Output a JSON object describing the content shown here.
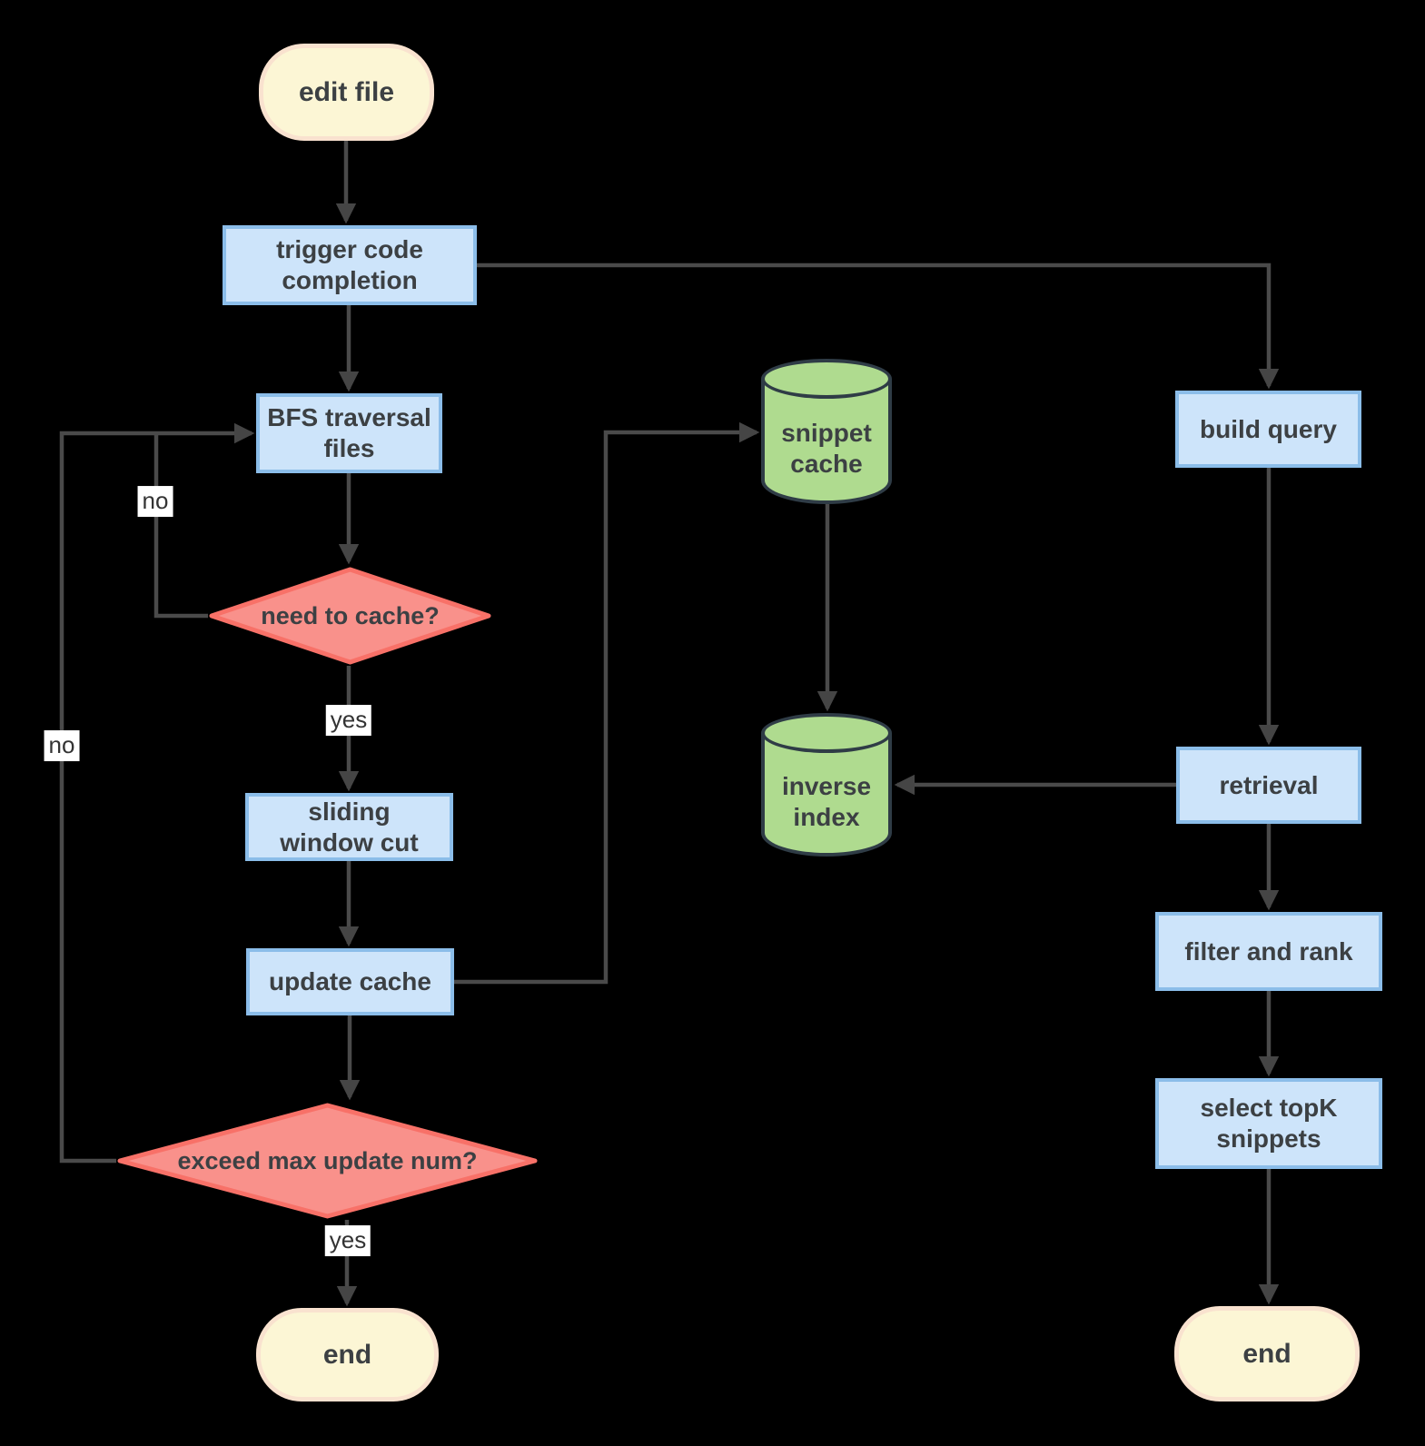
{
  "diagram": {
    "type": "flowchart",
    "background": "#000000",
    "nodes": {
      "edit_file": "edit file",
      "trigger": "trigger code\ncompletion",
      "bfs": "BFS traversal\nfiles",
      "need_cache": "need to cache?",
      "sliding": "sliding\nwindow cut",
      "update_cache": "update cache",
      "exceed": "exceed max update num?",
      "end_left": "end",
      "snippet_cache": "snippet\ncache",
      "inverse_index": "inverse\nindex",
      "build_query": "build query",
      "retrieval": "retrieval",
      "filter_rank": "filter and rank",
      "select_topk": "select topK\nsnippets",
      "end_right": "end"
    },
    "edge_labels": {
      "need_cache_no": "no",
      "need_cache_yes": "yes",
      "exceed_no": "no",
      "exceed_yes": "yes"
    },
    "colors": {
      "process_fill": "#cde4fa",
      "process_border": "#8bbde9",
      "terminal_fill": "#fcf6d5",
      "terminal_border": "#f9e2cf",
      "decision_fill": "#f9918b",
      "decision_border": "#f87168",
      "database_fill": "#afdb8f",
      "database_border": "#2f3c46",
      "edge_line": "#4a4a4a",
      "text": "#3c4043",
      "label_bg": "#ffffff"
    }
  }
}
